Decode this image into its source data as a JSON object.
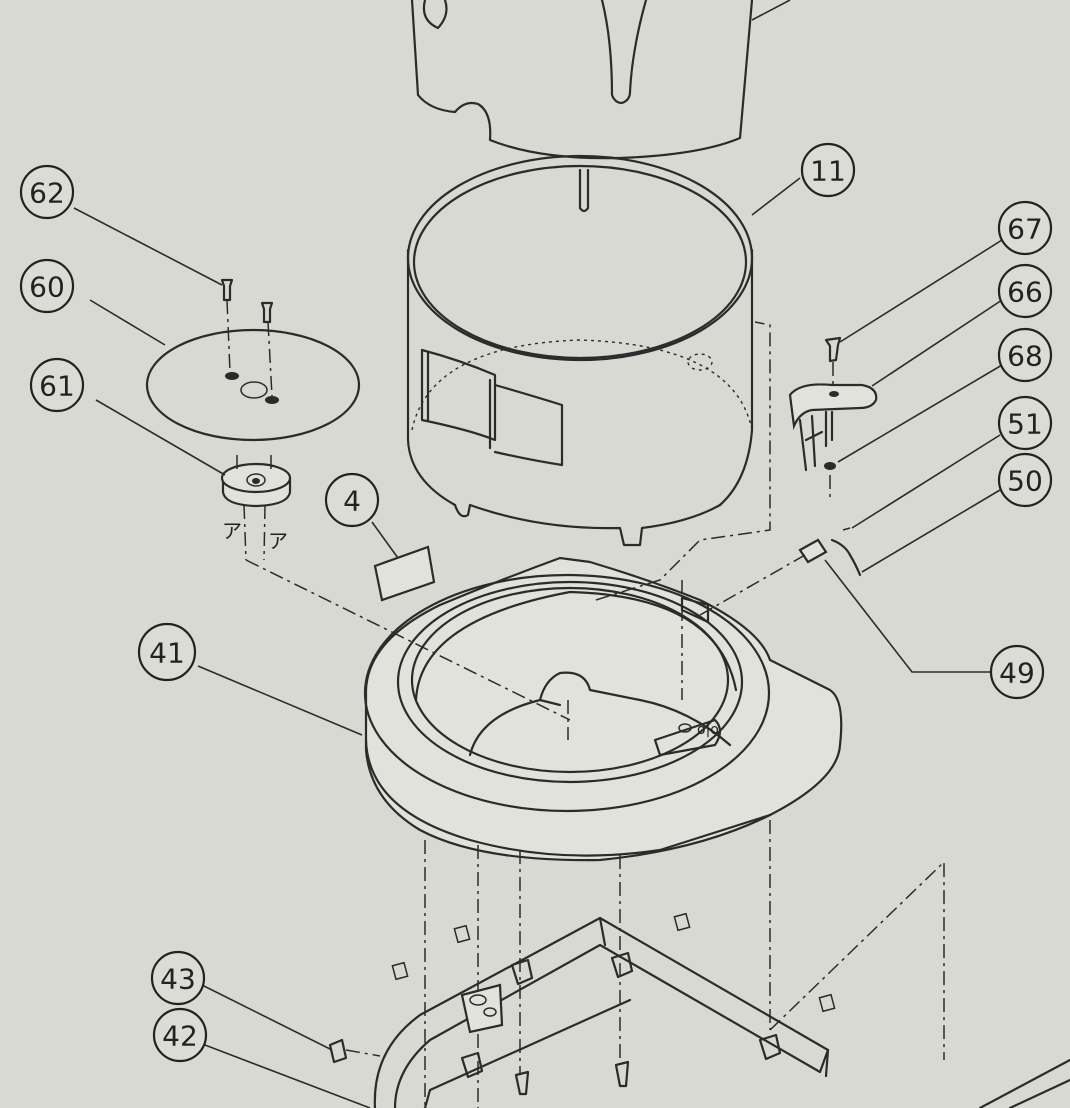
{
  "callouts": [
    {
      "id": "62",
      "label": "62"
    },
    {
      "id": "60",
      "label": "60"
    },
    {
      "id": "61",
      "label": "61"
    },
    {
      "id": "11",
      "label": "11"
    },
    {
      "id": "67",
      "label": "67"
    },
    {
      "id": "66",
      "label": "66"
    },
    {
      "id": "68",
      "label": "68"
    },
    {
      "id": "51",
      "label": "51"
    },
    {
      "id": "50",
      "label": "50"
    },
    {
      "id": "4",
      "label": "4"
    },
    {
      "id": "41",
      "label": "41"
    },
    {
      "id": "49",
      "label": "49"
    },
    {
      "id": "43",
      "label": "43"
    },
    {
      "id": "42",
      "label": "42"
    }
  ],
  "markers": {
    "a_left": "ア",
    "a_right": "ア",
    "base_mark": "o|o"
  },
  "colors": {
    "paper": "#d9d9d3",
    "ink": "#2b2b2b"
  }
}
